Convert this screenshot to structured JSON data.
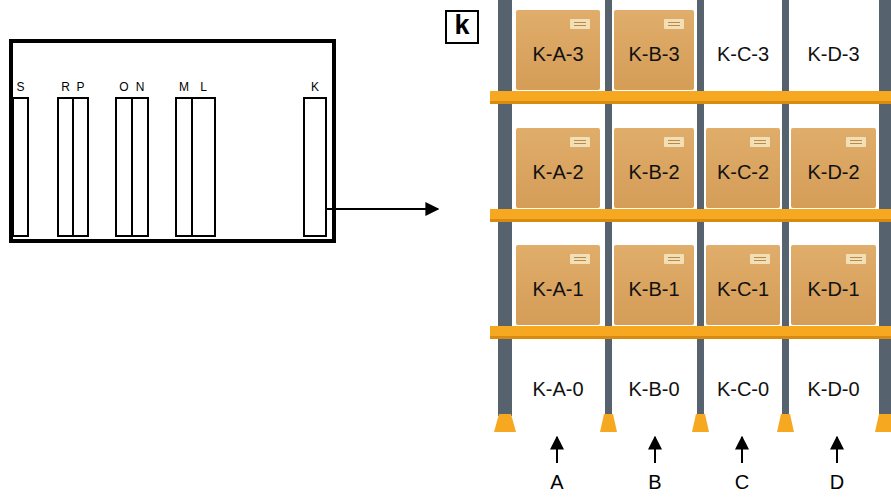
{
  "diagram": {
    "nodes": [
      {
        "text": [
          "S"
        ]
      },
      {
        "text": [
          "R"
        ]
      },
      {
        "text": [
          "P"
        ]
      },
      {
        "text": [
          "O"
        ]
      },
      {
        "text": [
          "N"
        ]
      },
      {
        "text": [
          "M"
        ]
      },
      {
        "text": [
          "L"
        ]
      },
      {
        "text": [
          "K"
        ]
      },
      {
        "text": [
          "k"
        ]
      },
      {
        "text": [
          "K-A-3"
        ],
        "in": 8
      },
      {
        "text": [
          "K-B-3"
        ],
        "in": 8
      },
      {
        "text": [
          "K-C-3"
        ],
        "in": 8
      },
      {
        "text": [
          "K-D-3"
        ],
        "in": 8
      },
      {
        "text": [
          "K-A-2"
        ],
        "in": 8
      },
      {
        "text": [
          "K-B-2"
        ],
        "in": 8
      },
      {
        "text": [
          "K-C-2"
        ],
        "in": 8
      },
      {
        "text": [
          "K-D-2"
        ],
        "in": 8
      },
      {
        "text": [
          "K-A-1"
        ],
        "in": 8
      },
      {
        "text": [
          "K-B-1"
        ],
        "in": 8
      },
      {
        "text": [
          "K-C-1"
        ],
        "in": 8
      },
      {
        "text": [
          "K-D-1"
        ],
        "in": 8
      },
      {
        "text": [
          "K-A-0"
        ],
        "in": 8
      },
      {
        "text": [
          "K-B-0"
        ],
        "in": 8
      },
      {
        "text": [
          "K-C-0"
        ],
        "in": 8
      },
      {
        "text": [
          "K-D-0"
        ],
        "in": 8
      }
    ],
    "edges": [
      {
        "from": 7,
        "to": 8,
        "arrow": "to"
      }
    ],
    "labels": [
      "A",
      "B",
      "C",
      "D"
    ]
  }
}
